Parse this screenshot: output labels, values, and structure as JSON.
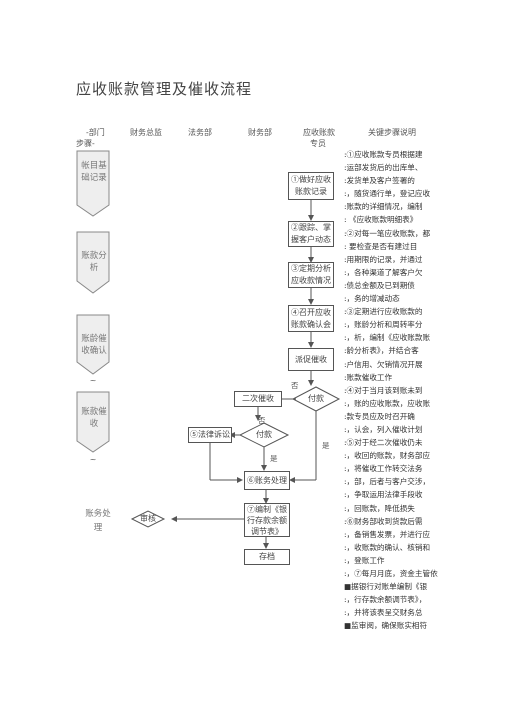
{
  "title": "应收账款管理及催收流程",
  "header": {
    "col1_line1": "-部门",
    "col1_line2": "步骤-",
    "col2": "财务总监",
    "col3": "法务部",
    "col4": "财务部",
    "col5_line1": "应收账款",
    "col5_line2": "专员",
    "col6": "关键步骤说明"
  },
  "phases": {
    "p1": "帐目基础记录",
    "p2": "账款分析",
    "p3": "账龄催收确认",
    "p4": "账款催收",
    "p5": "账务处理"
  },
  "boxes": {
    "b1": "①做好应收账款记录",
    "b2": "②跟踪、掌握客户动态",
    "b3": "③定期分析应收款情况",
    "b4": "④召开应收账款确认会",
    "b5": "派促催收",
    "b6": "二次催收",
    "b7": "付款",
    "b8": "⑤法律诉讼",
    "b9": "付款",
    "b10": "⑥账务处理",
    "b11": "审核",
    "b12": "⑦编制《银行存款余额调节表》",
    "b13": "存档"
  },
  "labels": {
    "no1": "否",
    "no2": "否",
    "yes1": "是",
    "yes2": "是"
  },
  "notes": [
    ":①应收账款专员根据建",
    ":运部发货后的出库单、",
    ":发货单及客户签署的",
    ":，随货通行单，登记应收",
    ":账款的详细情况，编制",
    ":     《应收账款明细表》",
    ":②对每一笔应收账款，都",
    ":     要检查是否有建过目",
    ":用期限的记录，并通过",
    ":，各种渠道了解客户欠",
    ":债总金额及已到期债",
    ":，务的增减动态",
    ":③定期进行应收账款的",
    ":，账龄分析和周转率分",
    ":，析，编制《应收账款账",
    ":龄分析表》，并结合客",
    ":户信用、欠销情况开展",
    ":账款催收工作",
    ":④对于当月该到账未到",
    ":，账的应收账款，应收账",
    ":款专员应及时召开确",
    ":，认会，列入催收计划",
    ":⑤对于经二次催收仍未",
    ":，收回的账款，财务部应",
    ":，将催收工作转交法务",
    ":，部，后者与客户交涉，",
    ":，争取运用法律手段收",
    ":，回账款，降低损失",
    ":⑥财务部收到货款后需",
    ":，备销售发票，并进行应",
    ":，收账款的确认、核销和",
    ":，登账工作",
    ":，⑦每月月底，资金主管依",
    "■据银行对账单编制《银",
    ":，行存款余额调节表》，",
    ":，并将该表呈交财务总",
    "■监审阅，确保账实相符"
  ]
}
